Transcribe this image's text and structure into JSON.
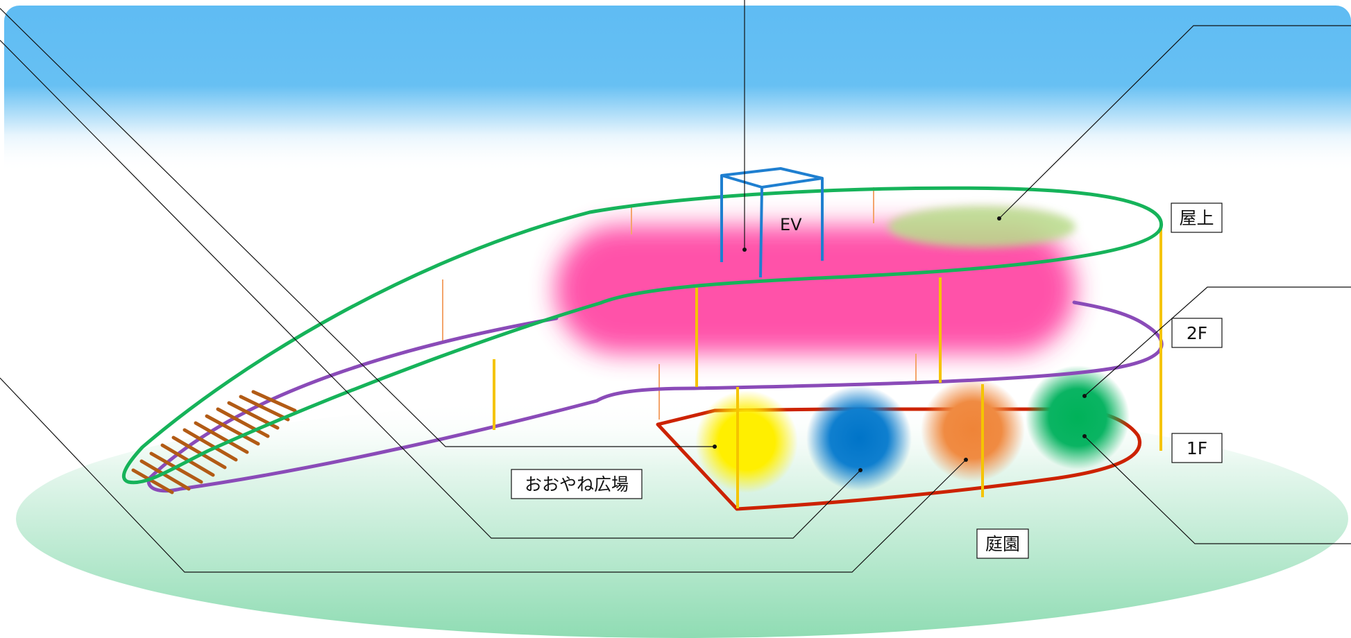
{
  "labels": {
    "rooftop": "屋上",
    "floor2": "2F",
    "floor1": "1F",
    "ev": "EV",
    "plaza": "おおやね広場",
    "garden": "庭園"
  },
  "colors": {
    "sky": "#5fbcf3",
    "ground": "#8fdcb3",
    "rooftop_outline": "#16b35a",
    "floor2_outline": "#8a4bb8",
    "floor1_outline": "#cc2200",
    "elevator": "#1f7fd0",
    "column": "#f5c400",
    "thin_column": "#f4a46b",
    "stairs": "#b25b15",
    "pink_volume": "#ff4aa5",
    "rooftop_garden": "#b8dc8a",
    "sphere_yellow": "#ffef00",
    "sphere_blue": "#0074c8",
    "sphere_orange": "#ef8438",
    "sphere_green": "#00b259"
  }
}
